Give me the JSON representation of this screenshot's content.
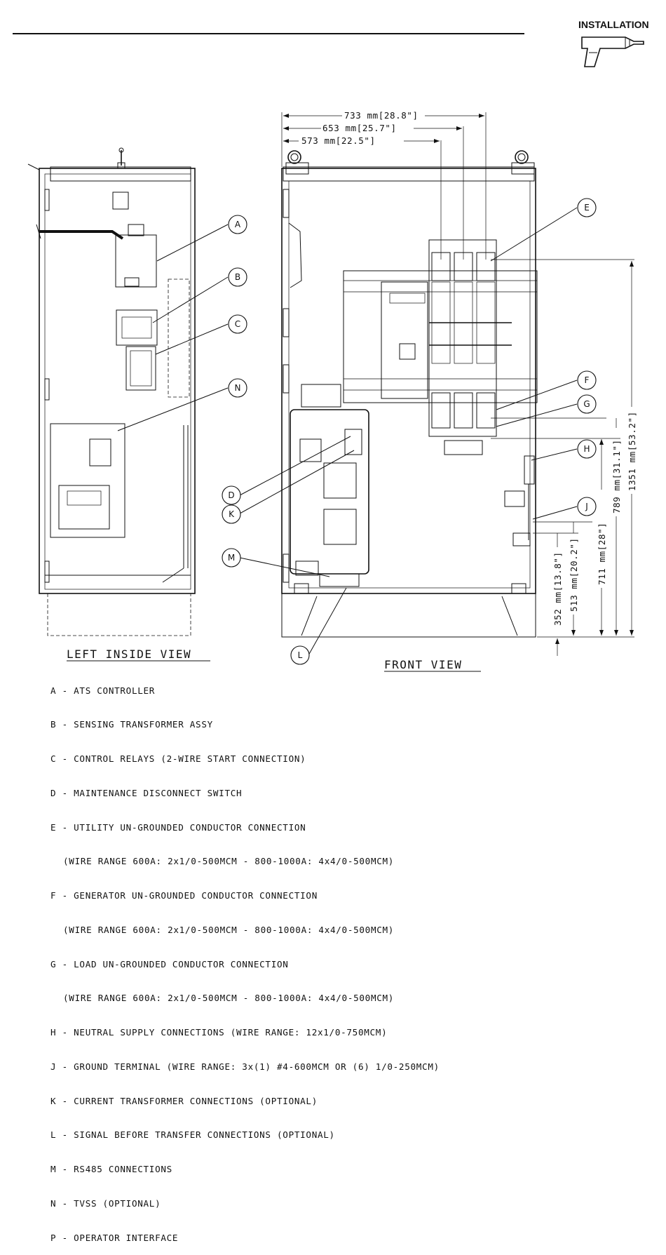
{
  "header": {
    "section": "INSTALLATION",
    "icon": "drill-icon"
  },
  "views": {
    "left": "LEFT INSIDE VIEW",
    "front": "FRONT VIEW"
  },
  "dimensions": {
    "top": [
      "733 mm[28.8\"]",
      "653 mm[25.7\"]",
      "573 mm[22.5\"]"
    ],
    "right": [
      "352 mm[13.8\"]",
      "513 mm[20.2\"]",
      "711 mm[28\"]",
      "789 mm[31.1\"]",
      "1351 mm[53.2\"]"
    ]
  },
  "callouts": [
    "A",
    "B",
    "C",
    "N",
    "E",
    "F",
    "G",
    "H",
    "J",
    "D",
    "K",
    "M",
    "L"
  ],
  "legend": [
    {
      "key": "A",
      "text": "A - ATS CONTROLLER"
    },
    {
      "key": "B",
      "text": "B - SENSING TRANSFORMER ASSY"
    },
    {
      "key": "C",
      "text": "C - CONTROL RELAYS (2-WIRE START CONNECTION)"
    },
    {
      "key": "D",
      "text": "D - MAINTENANCE DISCONNECT SWITCH"
    },
    {
      "key": "E",
      "text": "E - UTILITY UN-GROUNDED CONDUCTOR CONNECTION"
    },
    {
      "key": "E2",
      "text": "(WIRE RANGE 600A: 2x1/0-500MCM - 800-1000A: 4x4/0-500MCM)"
    },
    {
      "key": "F",
      "text": "F - GENERATOR UN-GROUNDED CONDUCTOR CONNECTION"
    },
    {
      "key": "F2",
      "text": "(WIRE RANGE 600A: 2x1/0-500MCM - 800-1000A: 4x4/0-500MCM)"
    },
    {
      "key": "G",
      "text": "G - LOAD UN-GROUNDED CONDUCTOR CONNECTION"
    },
    {
      "key": "G2",
      "text": "(WIRE RANGE 600A: 2x1/0-500MCM - 800-1000A: 4x4/0-500MCM)"
    },
    {
      "key": "H",
      "text": "H - NEUTRAL SUPPLY CONNECTIONS (WIRE RANGE: 12x1/0-750MCM)"
    },
    {
      "key": "J",
      "text": "J - GROUND TERMINAL (WIRE RANGE: 3x(1) #4-600MCM OR (6) 1/0-250MCM)"
    },
    {
      "key": "K",
      "text": "K - CURRENT TRANSFORMER CONNECTIONS (OPTIONAL)"
    },
    {
      "key": "L",
      "text": "L - SIGNAL BEFORE TRANSFER CONNECTIONS (OPTIONAL)"
    },
    {
      "key": "M",
      "text": "M - RS485 CONNECTIONS"
    },
    {
      "key": "N",
      "text": "N - TVSS (OPTIONAL)"
    },
    {
      "key": "P",
      "text": "P - OPERATOR INTERFACE"
    }
  ]
}
